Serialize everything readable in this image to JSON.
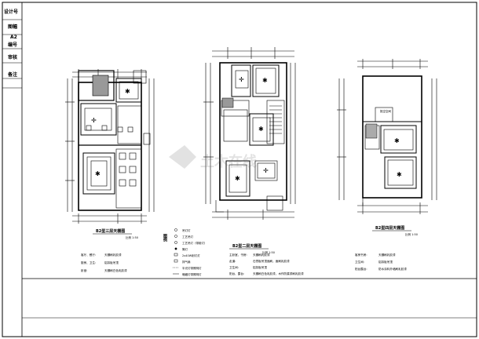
{
  "title_block": {
    "rows": [
      {
        "label": "设计号"
      },
      {
        "label": "图幅"
      },
      {
        "label": "A2"
      },
      {
        "label": "编号"
      },
      {
        "label": "审核"
      },
      {
        "label": "备注"
      }
    ]
  },
  "plans": [
    {
      "caption": "B2型三层天棚图",
      "scale": "比例 1:50"
    },
    {
      "caption": "B2型二层天棚图",
      "scale": "比例 1:50"
    },
    {
      "caption": "B2型四层天棚图",
      "scale": "比例 1:50"
    }
  ],
  "legend": {
    "title": "图例",
    "items": [
      "吊灯灯",
      "工艺吊灯",
      "工艺吊灯（带射灯）",
      "筒灯",
      "2x40W射灯灯",
      "排气扇",
      "半光灯带照明灯",
      "暗藏灯带照明灯"
    ]
  },
  "notes": {
    "left": [
      {
        "key": "客厅、餐厅:",
        "value": "天棚刷乳胶漆"
      },
      {
        "key": "厨房、卫生:",
        "value": "铝扣板吊顶"
      },
      {
        "key": "卧室:",
        "value": "天棚刷白色乳胶漆"
      }
    ],
    "middle": [
      {
        "key": "主卧室、书房:",
        "value": "天棚刷乳胶漆"
      },
      {
        "key": "走道:",
        "value": "石膏板吊顶面刷，面刷乳胶漆"
      },
      {
        "key": "卫生间:",
        "value": "铝扣板吊顶"
      },
      {
        "key": "阳台、露台:",
        "value": "天棚刷白色乳胶漆，木作防腐漆刷乳胶漆"
      }
    ],
    "right": [
      {
        "key": "客房书房:",
        "value": "天棚刷乳胶漆"
      },
      {
        "key": "卫生间:",
        "value": "铝扣板吊顶"
      },
      {
        "key": "阳台露台:",
        "value": "防水涂料外墙刷乳胶漆"
      }
    ]
  },
  "room_labels": {
    "upper_space": "挑空空间"
  },
  "watermark": "土木在线"
}
